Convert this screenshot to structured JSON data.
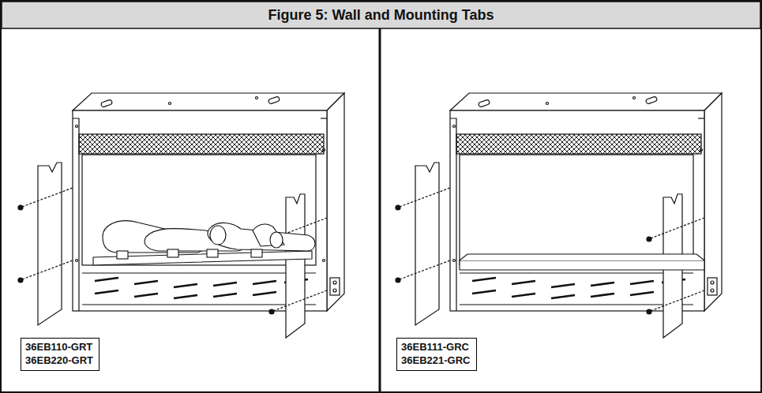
{
  "diagram": {
    "title": "Figure 5: Wall and Mounting Tabs",
    "nodes": [
      {
        "text": [
          "36EB110-GRT",
          "36EB220-GRT"
        ]
      },
      {
        "text": [
          "36EB111-GRC",
          "36EB221-GRC"
        ]
      }
    ]
  }
}
